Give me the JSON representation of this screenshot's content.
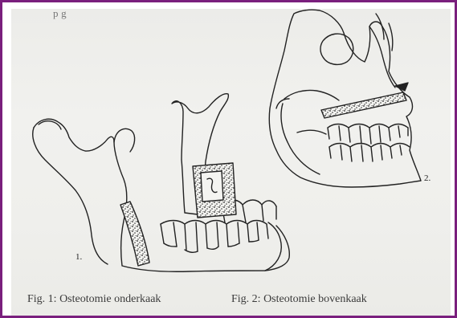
{
  "page": {
    "bleed_text": "p         g",
    "border_color": "#7a1f7d"
  },
  "figures": [
    {
      "number_label": "1.",
      "caption": "Fig. 1: Osteotomie onderkaak",
      "subject": "lower jaw (mandible) osteotomy drawing"
    },
    {
      "number_label": "2.",
      "caption": "Fig. 2: Osteotomie bovenkaak",
      "subject": "skull with upper jaw (maxilla) osteotomy drawing"
    }
  ]
}
